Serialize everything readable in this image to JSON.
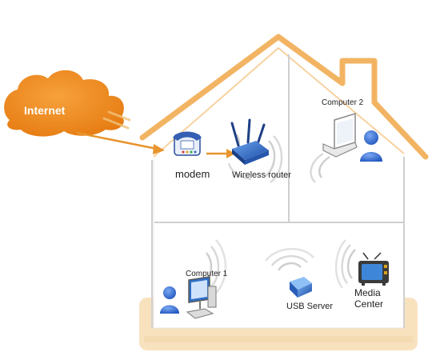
{
  "labels": {
    "internet": "Internet",
    "modem": "modem",
    "router": "Wireless router",
    "computer2": "Computer 2",
    "computer1": "Computer 1",
    "usb_server": "USB Server",
    "media_center_line1": "Media",
    "media_center_line2": "Center"
  },
  "colors": {
    "house_outline": "#f2b463",
    "house_fill": "#ffffff",
    "base": "#f8e2be",
    "cloud": "#f08a1c",
    "arrow": "#e7952e",
    "divider": "#c9c9c9",
    "wave": "#bdbdbd",
    "device_blue": "#2f6fc7",
    "person": "#3a6fd0"
  },
  "icons": [
    "cloud-icon",
    "phone-modem-icon",
    "router-icon",
    "laptop-icon",
    "person-icon",
    "desktop-computer-icon",
    "usb-server-icon",
    "tv-icon"
  ]
}
